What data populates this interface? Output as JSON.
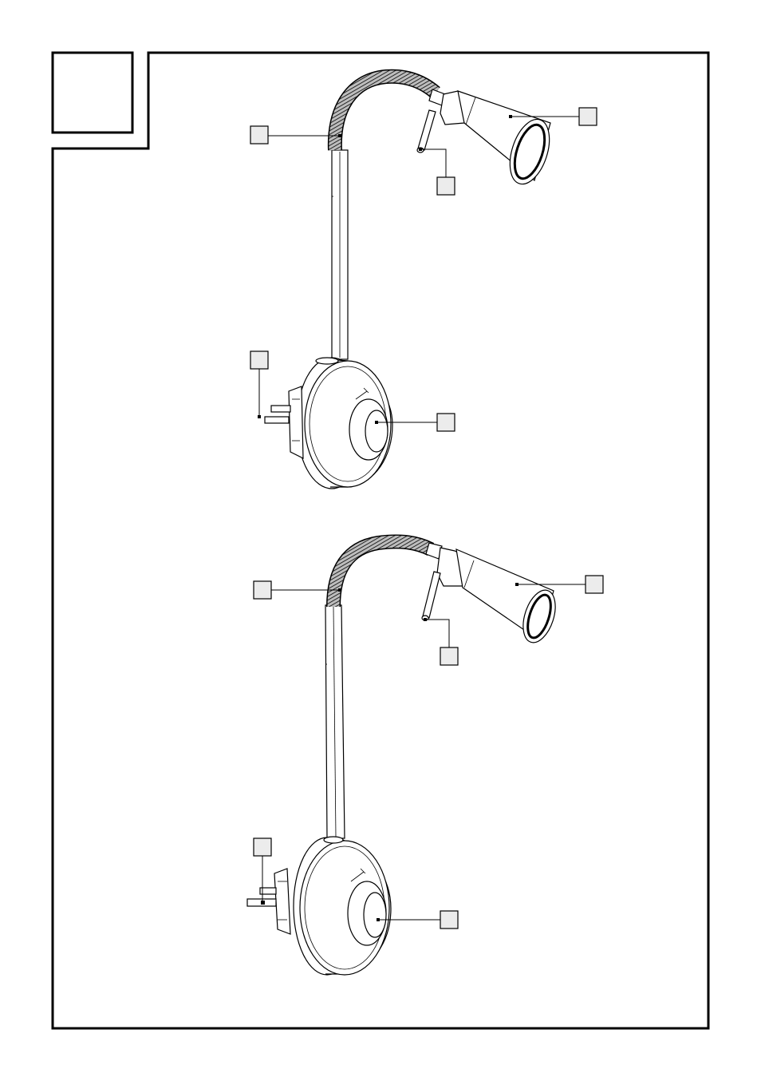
{
  "figure": {
    "figure_number_box": "",
    "lamps": [
      {
        "id": "lamp-top",
        "callouts": [
          {
            "name": "gooseneck",
            "label": ""
          },
          {
            "name": "shade",
            "label": ""
          },
          {
            "name": "handle",
            "label": ""
          },
          {
            "name": "plug",
            "label": ""
          },
          {
            "name": "switch-knob",
            "label": ""
          }
        ]
      },
      {
        "id": "lamp-bottom",
        "callouts": [
          {
            "name": "gooseneck",
            "label": ""
          },
          {
            "name": "shade",
            "label": ""
          },
          {
            "name": "handle",
            "label": ""
          },
          {
            "name": "plug",
            "label": ""
          },
          {
            "name": "switch-knob",
            "label": ""
          }
        ]
      }
    ]
  },
  "colors": {
    "line": "#000000",
    "callout_fill": "#ececec",
    "background": "#ffffff"
  }
}
